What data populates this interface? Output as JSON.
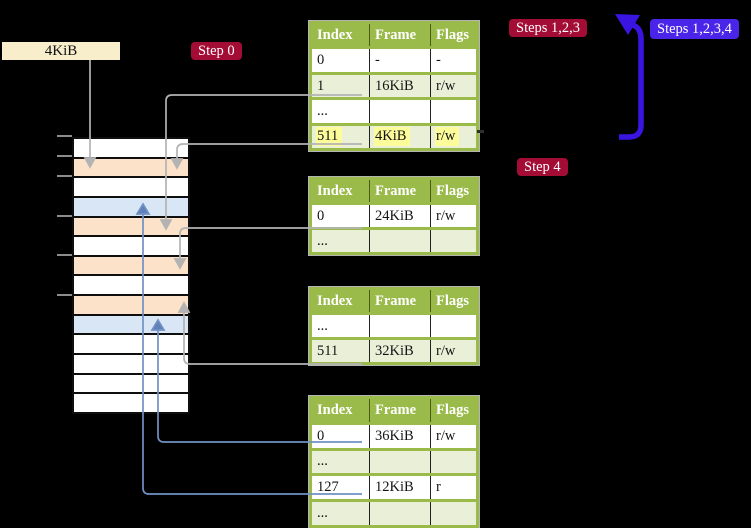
{
  "labels": {
    "frame_size_tag": "4KiB",
    "step0_badge": "Step 0",
    "steps123_badge": "Steps 1,2,3",
    "steps1234_badge": "Steps 1,2,3,4",
    "step4_badge": "Step 4"
  },
  "colors": {
    "background": "#000000",
    "table_header_green": "#9aba4a",
    "table_row_shaded_green": "#eaf0d8",
    "highlight_yellow": "#fdfc9a",
    "memory_frame_peach": "#fce2c8",
    "memory_frame_blue": "#d9e6f6",
    "memory_frame_white": "#ffffff",
    "badge_red": "#a30c35",
    "badge_blue": "#4a24e8",
    "big_loop_arrow_blue": "#3a15e2",
    "connector_gray": "#b3b3b3",
    "connector_steel_blue": "#7191c4",
    "frame_size_tag_cream": "#f8eecb"
  },
  "page_tables": [
    {
      "name": "page-table-1",
      "headers": [
        "Index",
        "Frame",
        "Flags"
      ],
      "rows": [
        {
          "cells": [
            "0",
            "-",
            "-"
          ],
          "shaded": false,
          "highlighted": false
        },
        {
          "cells": [
            "1",
            "16KiB",
            "r/w"
          ],
          "shaded": true,
          "highlighted": false
        },
        {
          "cells": [
            "...",
            "",
            ""
          ],
          "shaded": false,
          "highlighted": false
        },
        {
          "cells": [
            "511",
            "4KiB",
            "r/w"
          ],
          "shaded": true,
          "highlighted": true
        }
      ]
    },
    {
      "name": "page-table-2",
      "headers": [
        "Index",
        "Frame",
        "Flags"
      ],
      "rows": [
        {
          "cells": [
            "0",
            "24KiB",
            "r/w"
          ],
          "shaded": false,
          "highlighted": false
        },
        {
          "cells": [
            "...",
            "",
            ""
          ],
          "shaded": true,
          "highlighted": false
        }
      ]
    },
    {
      "name": "page-table-3",
      "headers": [
        "Index",
        "Frame",
        "Flags"
      ],
      "rows": [
        {
          "cells": [
            "...",
            "",
            ""
          ],
          "shaded": false,
          "highlighted": false
        },
        {
          "cells": [
            "511",
            "32KiB",
            "r/w"
          ],
          "shaded": true,
          "highlighted": false
        }
      ]
    },
    {
      "name": "page-table-4",
      "headers": [
        "Index",
        "Frame",
        "Flags"
      ],
      "rows": [
        {
          "cells": [
            "0",
            "36KiB",
            "r/w"
          ],
          "shaded": false,
          "highlighted": false
        },
        {
          "cells": [
            "...",
            "",
            ""
          ],
          "shaded": true,
          "highlighted": false
        },
        {
          "cells": [
            "127",
            "12KiB",
            "r"
          ],
          "shaded": false,
          "highlighted": false
        },
        {
          "cells": [
            "...",
            "",
            ""
          ],
          "shaded": true,
          "highlighted": false
        }
      ]
    }
  ],
  "memory_frames": {
    "rows": [
      "white",
      "peach",
      "white",
      "blue",
      "peach",
      "white",
      "peach",
      "white",
      "peach",
      "blue",
      "white",
      "white",
      "white",
      "white"
    ]
  }
}
